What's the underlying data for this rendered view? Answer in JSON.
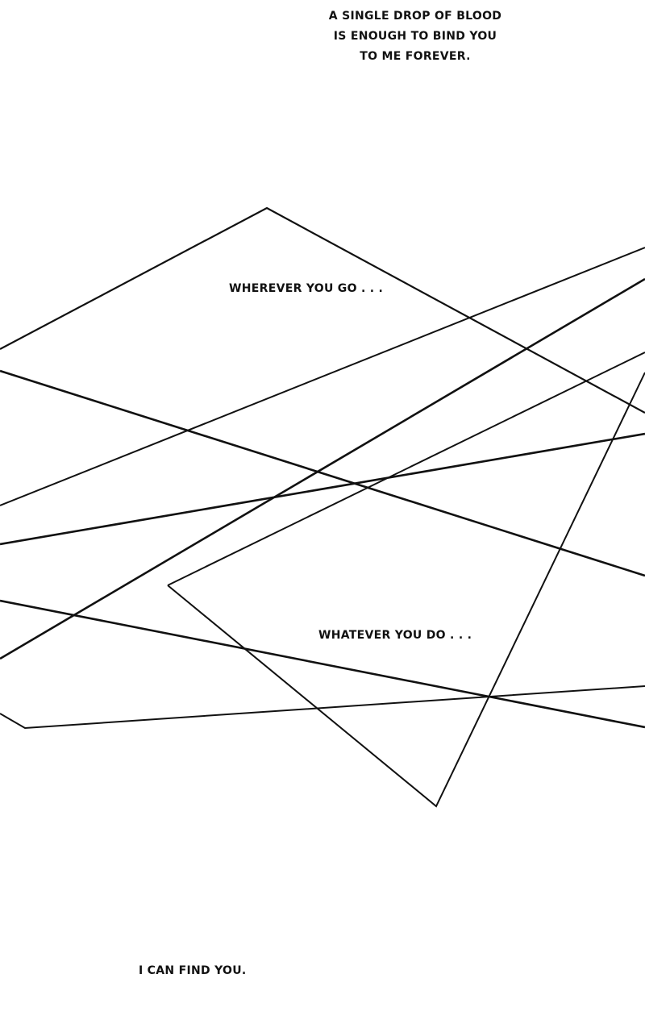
{
  "captions": {
    "top": [
      "A single drop of blood",
      "is enough to bind you",
      "to me forever."
    ],
    "middle1": "Wherever you go . . .",
    "middle2": "Whatever you do . . .",
    "bottom": "I can find you."
  },
  "colors": {
    "background": "#ffffff",
    "ink": "#111111"
  }
}
